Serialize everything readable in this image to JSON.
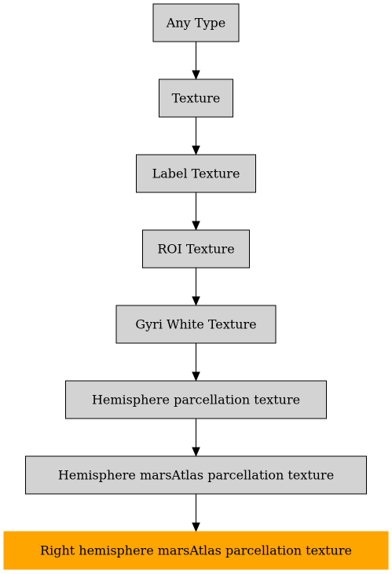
{
  "colors": {
    "node_fill": "#d3d3d3",
    "node_stroke": "#000000",
    "highlight_fill": "#ffa500",
    "edge": "#000000"
  },
  "nodes": [
    {
      "id": "any-type",
      "label": "Any Type"
    },
    {
      "id": "texture",
      "label": "Texture"
    },
    {
      "id": "label-texture",
      "label": "Label Texture"
    },
    {
      "id": "roi-texture",
      "label": "ROI Texture"
    },
    {
      "id": "gyri-white-texture",
      "label": "Gyri White Texture"
    },
    {
      "id": "hemisphere-parcellation-texture",
      "label": "Hemisphere parcellation texture"
    },
    {
      "id": "hemisphere-marsatlas-parcellation-texture",
      "label": "Hemisphere marsAtlas parcellation texture"
    },
    {
      "id": "right-hemisphere-marsatlas-parcellation-texture",
      "label": "Right hemisphere marsAtlas parcellation texture",
      "highlighted": true
    }
  ],
  "edges": [
    {
      "from": "any-type",
      "to": "texture"
    },
    {
      "from": "texture",
      "to": "label-texture"
    },
    {
      "from": "label-texture",
      "to": "roi-texture"
    },
    {
      "from": "roi-texture",
      "to": "gyri-white-texture"
    },
    {
      "from": "gyri-white-texture",
      "to": "hemisphere-parcellation-texture"
    },
    {
      "from": "hemisphere-parcellation-texture",
      "to": "hemisphere-marsatlas-parcellation-texture"
    },
    {
      "from": "hemisphere-marsatlas-parcellation-texture",
      "to": "right-hemisphere-marsatlas-parcellation-texture"
    }
  ]
}
